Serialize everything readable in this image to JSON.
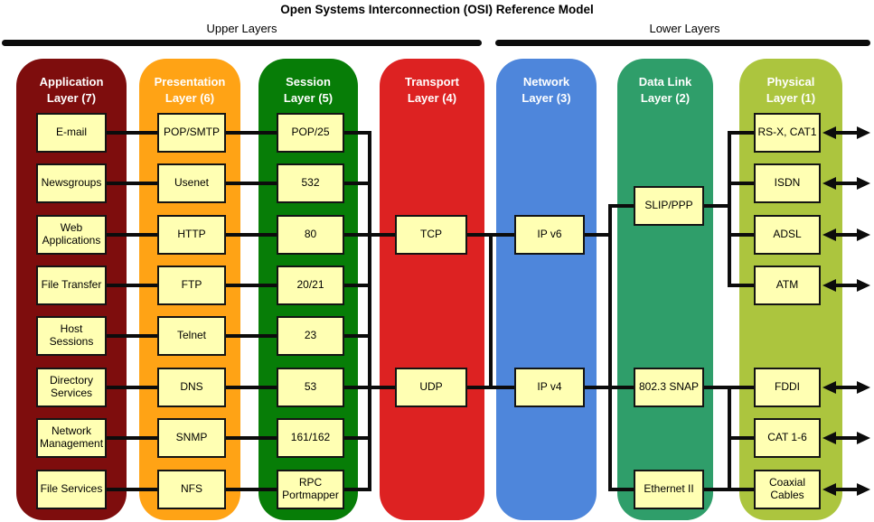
{
  "title": "Open Systems Interconnection (OSI) Reference Model",
  "groups": {
    "upper": "Upper Layers",
    "lower": "Lower Layers"
  },
  "colors": {
    "application": "#7e0d0d",
    "presentation": "#ffa315",
    "session": "#077d07",
    "transport": "#dd2222",
    "network": "#4e86db",
    "data_link": "#2f9e6a",
    "physical": "#acc53e",
    "node_fill": "#ffffb3",
    "line": "#0c0c0c"
  },
  "icons": {
    "arrow": "bidirectional-arrow"
  },
  "columns": [
    {
      "name": "Application",
      "layer": "Layer (7)",
      "items": [
        "E-mail",
        "Newsgroups",
        "Web Applications",
        "File Transfer",
        "Host Sessions",
        "Directory Services",
        "Network Management",
        "File Services"
      ]
    },
    {
      "name": "Presentation",
      "layer": "Layer (6)",
      "items": [
        "POP/SMTP",
        "Usenet",
        "HTTP",
        "FTP",
        "Telnet",
        "DNS",
        "SNMP",
        "NFS"
      ]
    },
    {
      "name": "Session",
      "layer": "Layer (5)",
      "items": [
        "POP/25",
        "532",
        "80",
        "20/21",
        "23",
        "53",
        "161/162",
        "RPC Portmapper"
      ]
    },
    {
      "name": "Transport",
      "layer": "Layer (4)",
      "items": [
        "TCP",
        "UDP"
      ]
    },
    {
      "name": "Network",
      "layer": "Layer (3)",
      "items": [
        "IP v6",
        "IP v4"
      ]
    },
    {
      "name": "Data Link",
      "layer": "Layer (2)",
      "items": [
        "SLIP/PPP",
        "802.3 SNAP",
        "Ethernet II"
      ]
    },
    {
      "name": "Physical",
      "layer": "Layer (1)",
      "items": [
        "RS-X, CAT1",
        "ISDN",
        "ADSL",
        "ATM",
        "FDDI",
        "CAT 1-6",
        "Coaxial Cables"
      ]
    }
  ]
}
